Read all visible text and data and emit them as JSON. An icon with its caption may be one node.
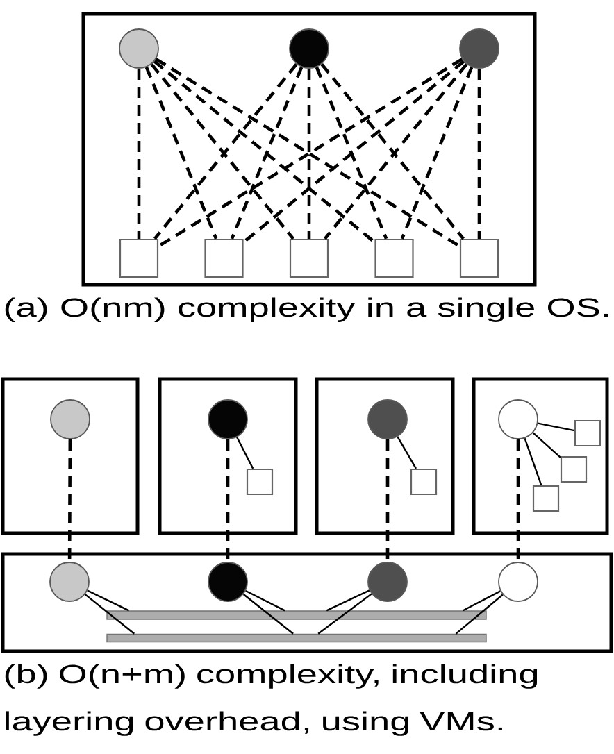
{
  "diagram": {
    "nodes": [
      {
        "text": [],
        "shape": "box"
      },
      {
        "text": [],
        "shape": "circle",
        "in": 0
      },
      {
        "text": [],
        "shape": "circle",
        "in": 0
      },
      {
        "text": [],
        "shape": "circle",
        "in": 0
      },
      {
        "text": [],
        "shape": "box",
        "in": 0
      },
      {
        "text": [],
        "shape": "box",
        "in": 0
      },
      {
        "text": [],
        "shape": "box",
        "in": 0
      },
      {
        "text": [],
        "shape": "box",
        "in": 0
      },
      {
        "text": [],
        "shape": "box",
        "in": 0
      },
      {
        "text": [],
        "shape": "box"
      },
      {
        "text": [],
        "shape": "circle",
        "in": 9
      },
      {
        "text": [],
        "shape": "box"
      },
      {
        "text": [],
        "shape": "circle",
        "in": 11
      },
      {
        "text": [],
        "shape": "box",
        "in": 11
      },
      {
        "text": [],
        "shape": "box"
      },
      {
        "text": [],
        "shape": "circle",
        "in": 14
      },
      {
        "text": [],
        "shape": "box",
        "in": 14
      },
      {
        "text": [],
        "shape": "box"
      },
      {
        "text": [],
        "shape": "circle",
        "in": 17
      },
      {
        "text": [],
        "shape": "box",
        "in": 17
      },
      {
        "text": [],
        "shape": "box",
        "in": 17
      },
      {
        "text": [],
        "shape": "box",
        "in": 17
      },
      {
        "text": [],
        "shape": "box"
      },
      {
        "text": [],
        "shape": "circle",
        "in": 22
      },
      {
        "text": [],
        "shape": "circle",
        "in": 22
      },
      {
        "text": [],
        "shape": "circle",
        "in": 22
      },
      {
        "text": [],
        "shape": "circle",
        "in": 22
      },
      {
        "text": [],
        "shape": "bar",
        "in": 22
      },
      {
        "text": [],
        "shape": "bar",
        "in": 22
      }
    ],
    "edges": [
      {
        "from": 1,
        "to": 4,
        "arrow": "none",
        "style": "dashed"
      },
      {
        "from": 1,
        "to": 5,
        "arrow": "none",
        "style": "dashed"
      },
      {
        "from": 1,
        "to": 6,
        "arrow": "none",
        "style": "dashed"
      },
      {
        "from": 1,
        "to": 7,
        "arrow": "none",
        "style": "dashed"
      },
      {
        "from": 1,
        "to": 8,
        "arrow": "none",
        "style": "dashed"
      },
      {
        "from": 2,
        "to": 4,
        "arrow": "none",
        "style": "dashed"
      },
      {
        "from": 2,
        "to": 5,
        "arrow": "none",
        "style": "dashed"
      },
      {
        "from": 2,
        "to": 6,
        "arrow": "none",
        "style": "dashed"
      },
      {
        "from": 2,
        "to": 7,
        "arrow": "none",
        "style": "dashed"
      },
      {
        "from": 2,
        "to": 8,
        "arrow": "none",
        "style": "dashed"
      },
      {
        "from": 3,
        "to": 4,
        "arrow": "none",
        "style": "dashed"
      },
      {
        "from": 3,
        "to": 5,
        "arrow": "none",
        "style": "dashed"
      },
      {
        "from": 3,
        "to": 6,
        "arrow": "none",
        "style": "dashed"
      },
      {
        "from": 3,
        "to": 7,
        "arrow": "none",
        "style": "dashed"
      },
      {
        "from": 3,
        "to": 8,
        "arrow": "none",
        "style": "dashed"
      },
      {
        "from": 12,
        "to": 13,
        "arrow": "none"
      },
      {
        "from": 15,
        "to": 16,
        "arrow": "none"
      },
      {
        "from": 18,
        "to": 19,
        "arrow": "none"
      },
      {
        "from": 18,
        "to": 20,
        "arrow": "none"
      },
      {
        "from": 18,
        "to": 21,
        "arrow": "none"
      },
      {
        "from": 10,
        "to": 23,
        "arrow": "none",
        "style": "dashed"
      },
      {
        "from": 12,
        "to": 24,
        "arrow": "none",
        "style": "dashed"
      },
      {
        "from": 15,
        "to": 25,
        "arrow": "none",
        "style": "dashed"
      },
      {
        "from": 18,
        "to": 26,
        "arrow": "none",
        "style": "dashed"
      },
      {
        "from": 23,
        "to": 27,
        "arrow": "none"
      },
      {
        "from": 23,
        "to": 28,
        "arrow": "none"
      },
      {
        "from": 24,
        "to": 27,
        "arrow": "none"
      },
      {
        "from": 24,
        "to": 28,
        "arrow": "none"
      },
      {
        "from": 25,
        "to": 27,
        "arrow": "none"
      },
      {
        "from": 25,
        "to": 28,
        "arrow": "none"
      },
      {
        "from": 26,
        "to": 27,
        "arrow": "none"
      },
      {
        "from": 26,
        "to": 28,
        "arrow": "none"
      }
    ],
    "labels": [
      "(a) O(nm) complexity in a single OS.",
      "(b) O(n+m) complexity, including layering overhead, using VMs."
    ]
  }
}
